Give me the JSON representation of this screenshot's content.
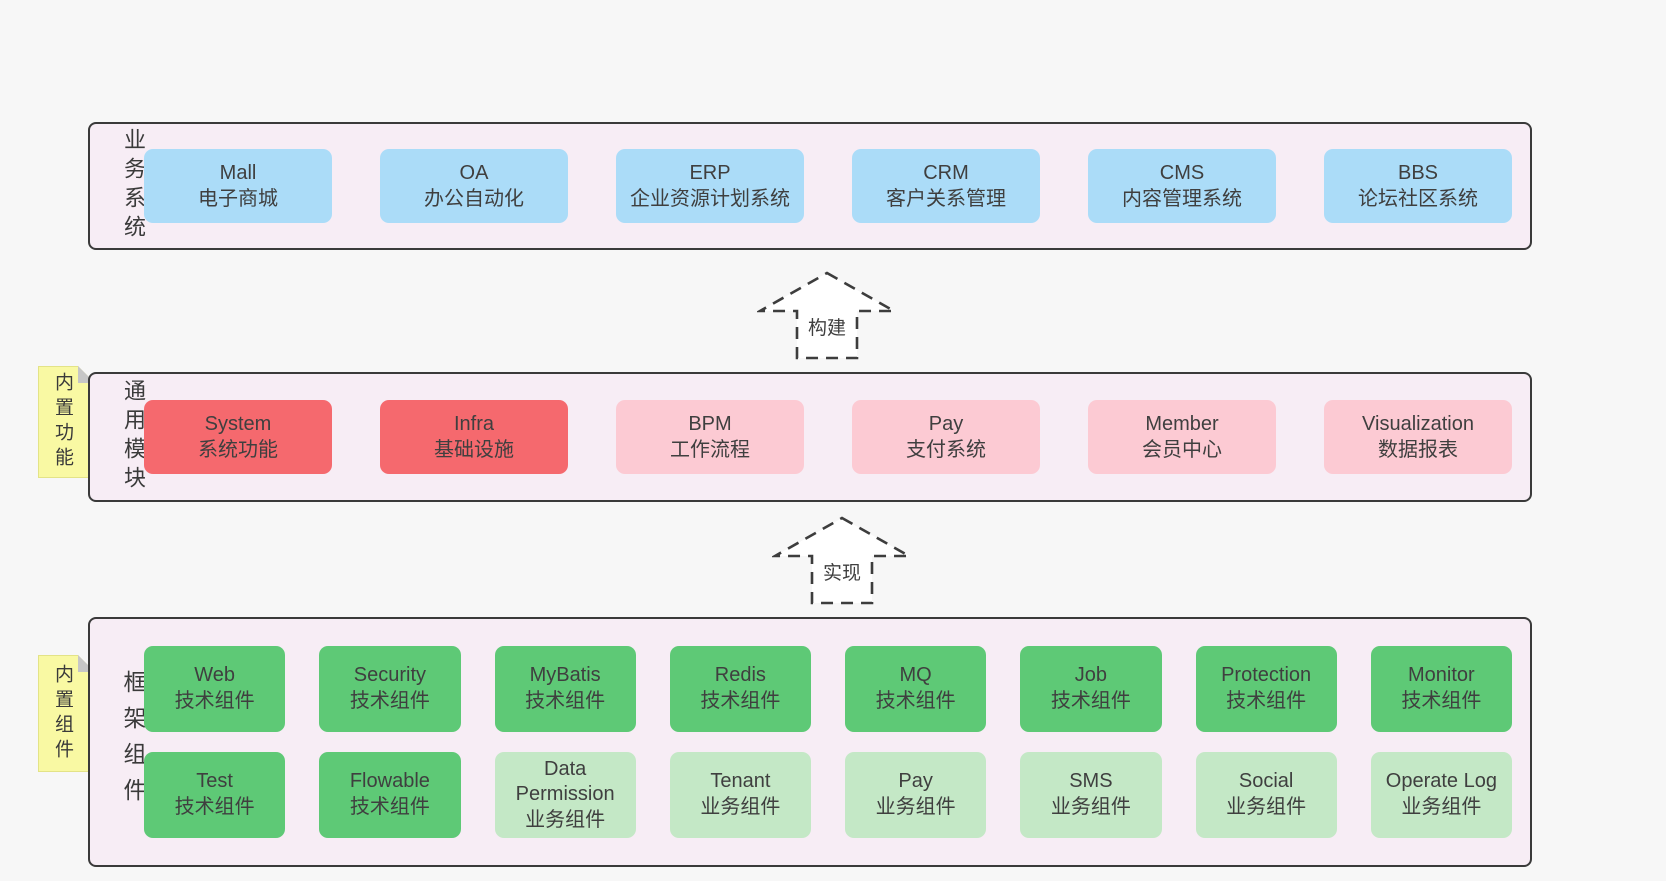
{
  "colors": {
    "page_bg": "#f7f7f7",
    "panel_bg": "#f7edf5",
    "panel_border": "#3a3a3a",
    "blue": "#abdcf8",
    "red": "#f5696e",
    "pink": "#fccad3",
    "green": "#5ec976",
    "green_light": "#c4e8c6",
    "sticky_yellow": "#f9f9a3",
    "fold_gray": "#c6c6c6",
    "arrow_stroke": "#3d3d3d",
    "text": "#3f3f3f"
  },
  "arrows": [
    {
      "label": "构建"
    },
    {
      "label": "实现"
    }
  ],
  "layers": [
    {
      "id": "business-systems",
      "label": "业务系统",
      "sticky": null,
      "rows": [
        [
          {
            "name": "Mall",
            "sub": "电子商城",
            "color": "blue"
          },
          {
            "name": "OA",
            "sub": "办公自动化",
            "color": "blue"
          },
          {
            "name": "ERP",
            "sub": "企业资源计划系统",
            "color": "blue"
          },
          {
            "name": "CRM",
            "sub": "客户关系管理",
            "color": "blue"
          },
          {
            "name": "CMS",
            "sub": "内容管理系统",
            "color": "blue"
          },
          {
            "name": "BBS",
            "sub": "论坛社区系统",
            "color": "blue"
          }
        ]
      ]
    },
    {
      "id": "common-modules",
      "label": "通用模块",
      "sticky": "内置功能",
      "rows": [
        [
          {
            "name": "System",
            "sub": "系统功能",
            "color": "red"
          },
          {
            "name": "Infra",
            "sub": "基础设施",
            "color": "red"
          },
          {
            "name": "BPM",
            "sub": "工作流程",
            "color": "pink"
          },
          {
            "name": "Pay",
            "sub": "支付系统",
            "color": "pink"
          },
          {
            "name": "Member",
            "sub": "会员中心",
            "color": "pink"
          },
          {
            "name": "Visualization",
            "sub": "数据报表",
            "color": "pink"
          }
        ]
      ]
    },
    {
      "id": "framework-components",
      "label": "框架组件",
      "sticky": "内置组件",
      "rows": [
        [
          {
            "name": "Web",
            "sub": "技术组件",
            "color": "green"
          },
          {
            "name": "Security",
            "sub": "技术组件",
            "color": "green"
          },
          {
            "name": "MyBatis",
            "sub": "技术组件",
            "color": "green"
          },
          {
            "name": "Redis",
            "sub": "技术组件",
            "color": "green"
          },
          {
            "name": "MQ",
            "sub": "技术组件",
            "color": "green"
          },
          {
            "name": "Job",
            "sub": "技术组件",
            "color": "green"
          },
          {
            "name": "Protection",
            "sub": "技术组件",
            "color": "green"
          },
          {
            "name": "Monitor",
            "sub": "技术组件",
            "color": "green"
          }
        ],
        [
          {
            "name": "Test",
            "sub": "技术组件",
            "color": "green"
          },
          {
            "name": "Flowable",
            "sub": "技术组件",
            "color": "green"
          },
          {
            "name": "Data Permission",
            "sub": "业务组件",
            "color": "green_light"
          },
          {
            "name": "Tenant",
            "sub": "业务组件",
            "color": "green_light"
          },
          {
            "name": "Pay",
            "sub": "业务组件",
            "color": "green_light"
          },
          {
            "name": "SMS",
            "sub": "业务组件",
            "color": "green_light"
          },
          {
            "name": "Social",
            "sub": "业务组件",
            "color": "green_light"
          },
          {
            "name": "Operate Log",
            "sub": "业务组件",
            "color": "green_light"
          }
        ]
      ]
    }
  ]
}
